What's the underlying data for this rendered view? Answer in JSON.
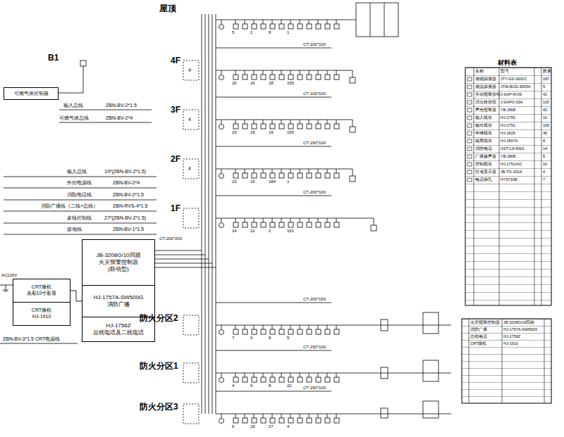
{
  "diagram": {
    "nodes": [
      {
        "text": [
          "可燃气体控制器"
        ]
      },
      {
        "text": [
          "JB-3208G/10回路",
          "火灾报警控制器",
          "(联动型)"
        ]
      },
      {
        "text": [
          "HJ-1757A-SW500G",
          "消防广播"
        ]
      },
      {
        "text": [
          "HJ-1756Z",
          "总线电话及二线电话"
        ]
      },
      {
        "text": [
          "CRT微机",
          "美彩10寸彩显"
        ]
      },
      {
        "text": [
          "CRT微机",
          "HJ-1910"
        ]
      }
    ],
    "edges": [
      {
        "from": 4,
        "to": 2,
        "arrow": "none"
      }
    ],
    "labels": [
      "屋顶",
      "4F",
      "3F",
      "2F",
      "1F",
      "防火分区2",
      "防火分区1",
      "防火分区3",
      "B1",
      "输入总线",
      "ZBN-BV-2*1.5",
      "可燃气体总线",
      "ZBN-BV-2*4",
      "输入总线",
      "10*(ZBN-BV-2*1.5)",
      "外控电源线",
      "ZBN-BV-2*4",
      "消防电话线",
      "ZBN-BV-2*1.5",
      "消防广播线（二线+总线）",
      "ZBN-RVS-4*1.5",
      "多线控制线",
      "27*(ZBN-BV-2*1.5)",
      "接地线",
      "ZBN-BV-1*1.5",
      "CT-200*200",
      "AC220V",
      "ZBN-BV-3*1.5 CRT电源线",
      "CT-100*100",
      "CT-100*100",
      "CT-150*100",
      "CT-200*100",
      "CT-200*150",
      "CT-150*100",
      "CT-150*100",
      "材料表",
      "5",
      "2",
      "8",
      "1",
      "20",
      "16",
      "18",
      "155",
      "23",
      "15",
      "19",
      "155",
      "23",
      "15",
      "184",
      "1",
      "14",
      "12",
      "2",
      "151",
      "7",
      "6",
      "8",
      "5",
      "4",
      "6",
      "8",
      "22",
      "6",
      "19",
      "27",
      "4",
      "4",
      "4",
      "4",
      "名称",
      "型号",
      "数量",
      "感烟探测器",
      "JTY-GD-3002C",
      "187",
      "感温探测器",
      "JTW-BCD-3005A",
      "5",
      "手动报警按钮",
      "J-SAP-M-05",
      "42",
      "消火栓按钮",
      "J-SAPO-03A",
      "115",
      "声光报警器",
      "YB-2808",
      "42",
      "输入模块",
      "HJ-1750",
      "10",
      "输出模块",
      "HJ-1751",
      "106",
      "中继模块",
      "HJ-1825",
      "36",
      "隔离模块",
      "HJ-1807A",
      "8",
      "消防电话",
      "GST-LD-8301",
      "14",
      "广播扬声器",
      "YB-2808",
      "5",
      "控制模块",
      "HJ-1751/AO",
      "10",
      "区域显示器",
      "JB-TG-202A",
      "4",
      "电话插孔",
      "HY5716B",
      "7",
      "火灾报警控制器",
      "JB-3208G/10回路",
      "消防广播",
      "HJ-1757A-SW500G",
      "总线电话",
      "HJ-1756Z",
      "CRT微机",
      "HJ-1910"
    ]
  }
}
